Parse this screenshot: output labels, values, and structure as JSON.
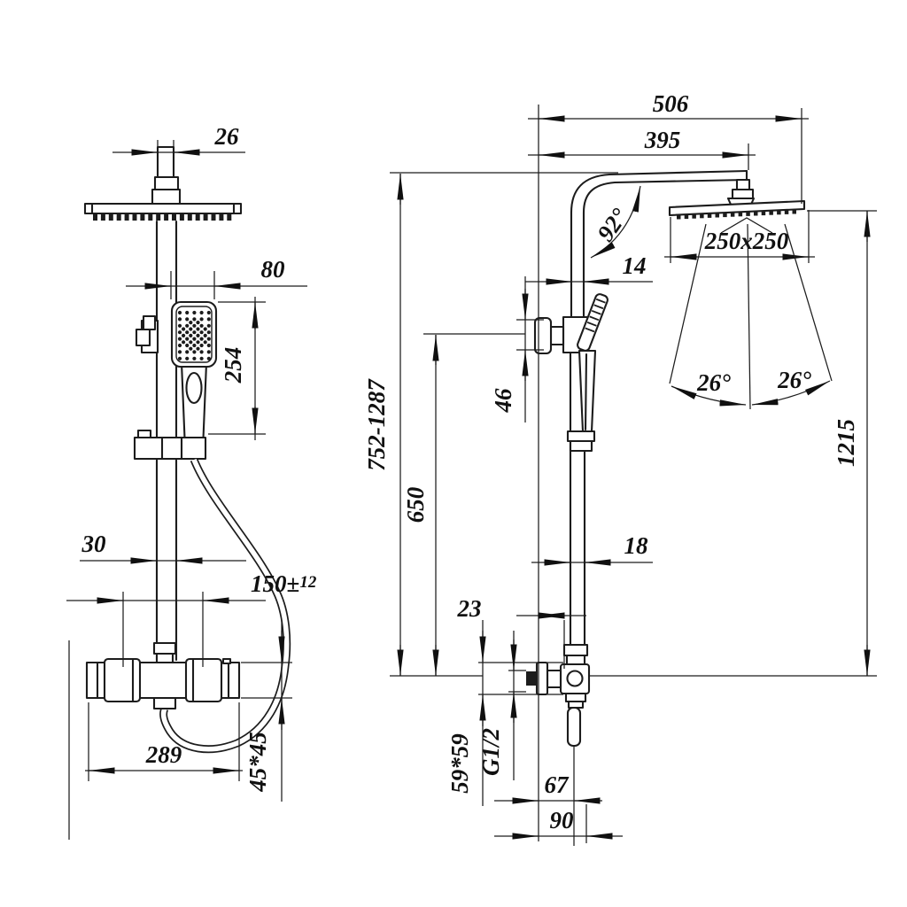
{
  "drawing": {
    "kind": "shower-column-dimension-drawing",
    "front_view": {
      "top_pipe_width": "26",
      "hand_shower_width": "80",
      "hand_shower_length": "254",
      "pipe_width": "30",
      "inlet_spacing": "150±",
      "inlet_spacing_tol": "12",
      "valve_width": "289",
      "valve_section": "45*45"
    },
    "side_view": {
      "arm_reach_total": "506",
      "arm_reach": "395",
      "arm_angle": "92°",
      "upper_pipe_depth": "14",
      "head_size": "250x250",
      "spray_angle_left": "26°",
      "spray_angle_right": "26°",
      "holder_depth": "46",
      "riser_height_range": "752-1287",
      "holder_height": "650",
      "head_height": "1215",
      "lower_pipe_depth": "18",
      "valve_offset": "23",
      "escutcheon_size": "59*59",
      "thread_size": "G1/2",
      "outlet_offset": "67",
      "outlet_depth": "90"
    }
  }
}
